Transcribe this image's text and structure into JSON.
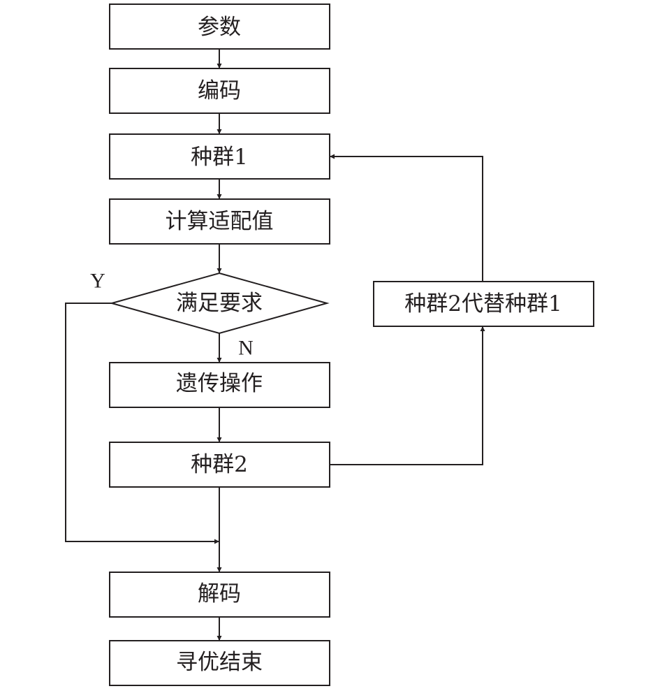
{
  "nodes": {
    "params": "参数",
    "encode": "编码",
    "pop1": "种群1",
    "fitness": "计算适配值",
    "condition": "满足要求",
    "genetic_ops": "遗传操作",
    "pop2": "种群2",
    "replace": "种群2代替种群1",
    "decode": "解码",
    "end": "寻优结束"
  },
  "branch_labels": {
    "yes": "Y",
    "no": "N"
  },
  "colors": {
    "line": "#231f20",
    "fill": "#ffffff"
  }
}
